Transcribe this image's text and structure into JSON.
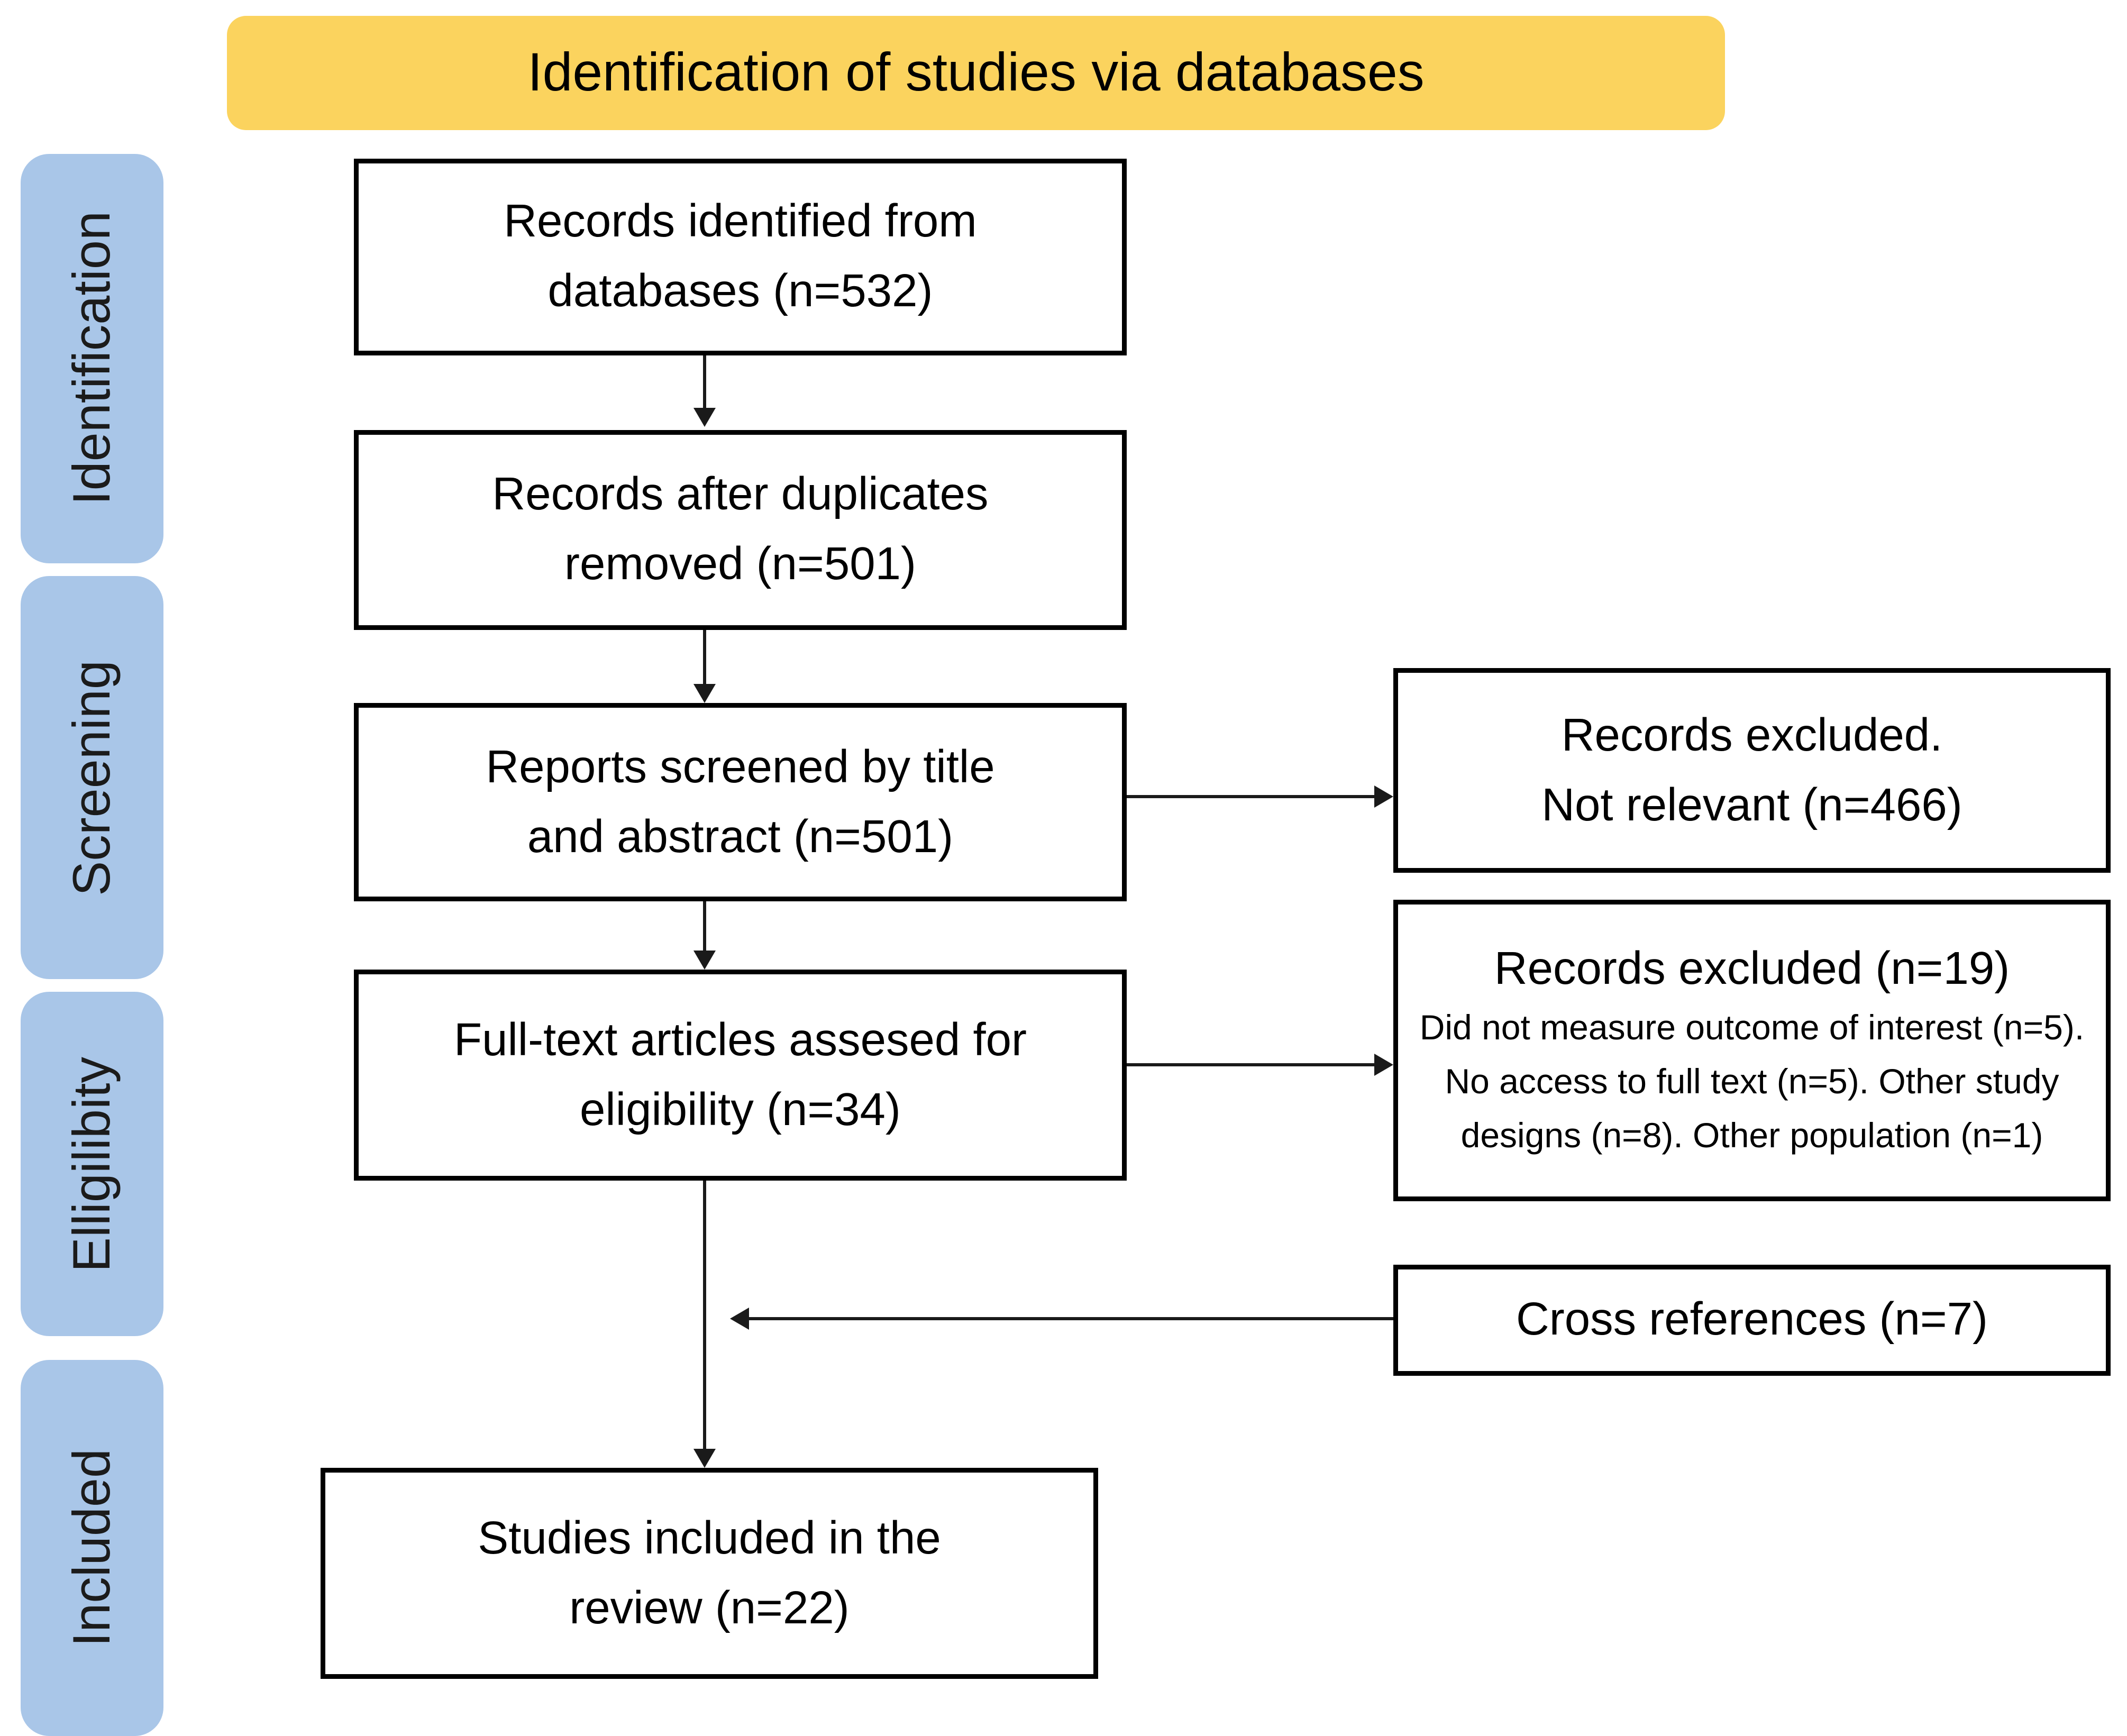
{
  "title": "Identification of studies via databases",
  "stages": [
    "Identification",
    "Screening",
    "Elligilibity",
    "Included"
  ],
  "boxes": {
    "identified": {
      "line1": "Records identified from",
      "line2": "databases (n=532)"
    },
    "deduplicated": {
      "line1": "Records after duplicates",
      "line2": "removed (n=501)"
    },
    "screened": {
      "line1": "Reports screened by title",
      "line2": "and abstract (n=501)"
    },
    "fulltext": {
      "line1": "Full-text articles assesed for",
      "line2": "eligibility (n=34)"
    },
    "excluded_screening": {
      "line1": "Records excluded.",
      "line2": "Not relevant (n=466)"
    },
    "excluded_fulltext": {
      "heading": "Records excluded (n=19)",
      "details": "Did not measure outcome of interest (n=5).  No access to full text (n=5). Other study designs (n=8). Other population (n=1)"
    },
    "cross_references": {
      "line1": "Cross references (n=7)"
    },
    "included": {
      "line1": "Studies included in the",
      "line2": "review (n=22)"
    }
  },
  "counts": {
    "identified": 532,
    "after_duplicates": 501,
    "screened": 501,
    "excluded_not_relevant": 466,
    "fulltext_assessed": 34,
    "excluded_fulltext": 19,
    "no_outcome": 5,
    "no_full_text": 5,
    "other_designs": 8,
    "other_population": 1,
    "cross_references": 7,
    "included": 22
  },
  "colors": {
    "banner_bg": "#FBD35E",
    "stage_bg": "#A9C6E8",
    "box_border": "#000000",
    "arrow": "#1A1A1A"
  }
}
